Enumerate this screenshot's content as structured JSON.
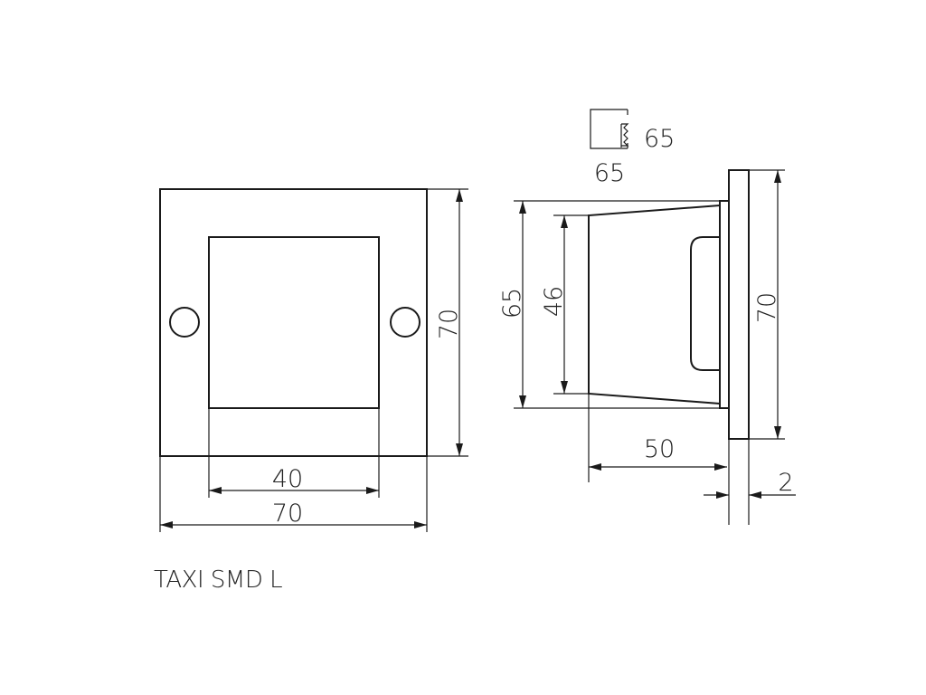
{
  "product": {
    "name": "TAXI SMD L"
  },
  "front_view": {
    "width_label": "70",
    "height_label": "70",
    "window_width_label": "40"
  },
  "side_view": {
    "total_height_label": "70",
    "body_height_label": "65",
    "light_height_label": "46",
    "depth_label": "50",
    "plate_thickness_label": "2"
  },
  "cutout": {
    "width_label": "65",
    "height_label": "65",
    "icon": "wall-cutout-icon"
  }
}
